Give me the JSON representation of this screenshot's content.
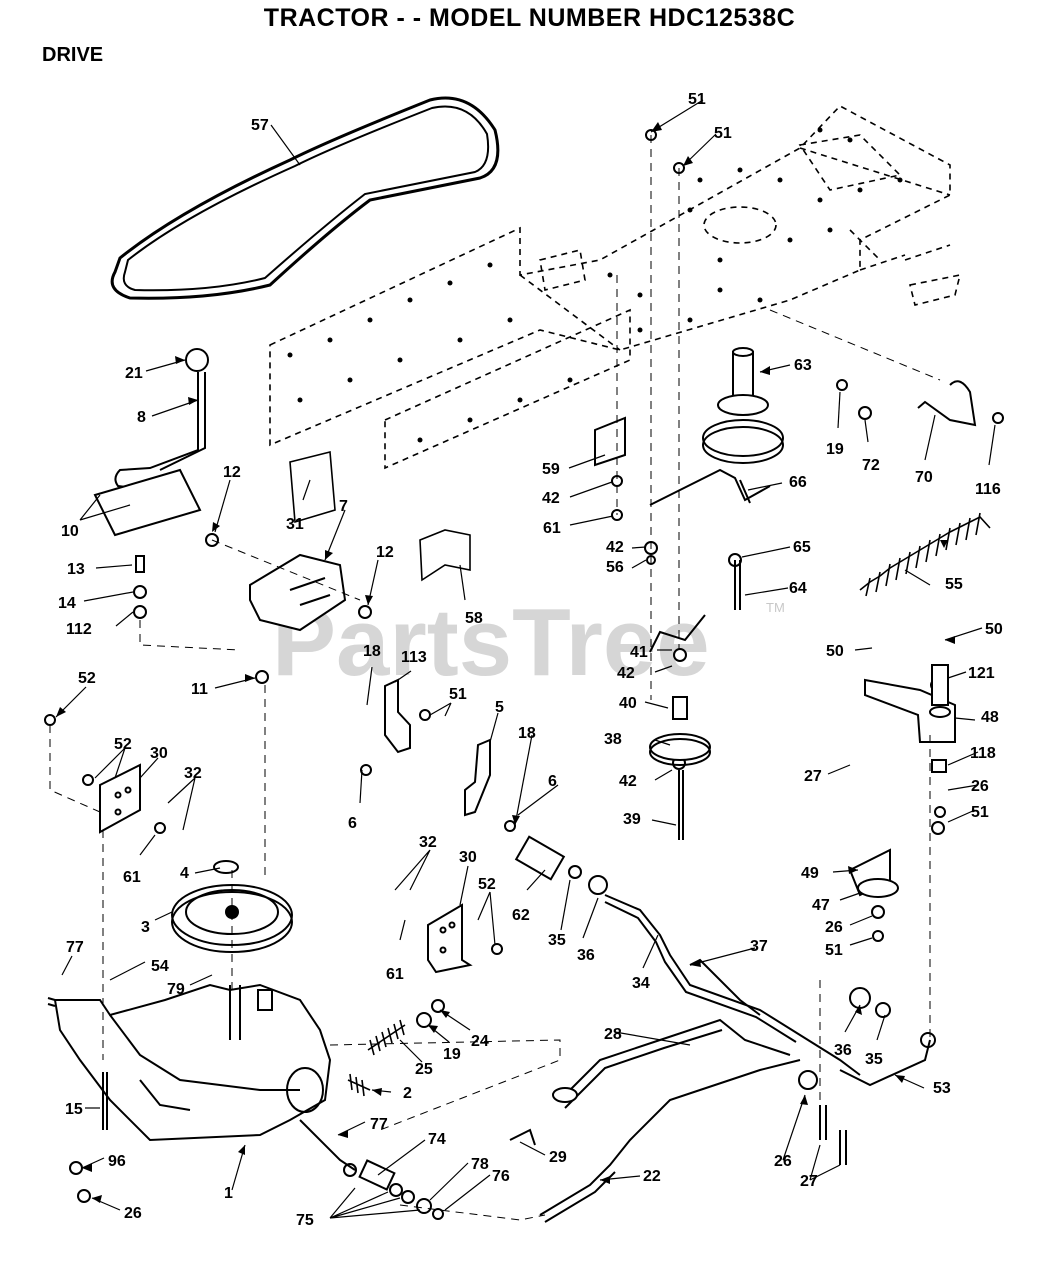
{
  "header": {
    "title": "TRACTOR - - MODEL NUMBER HDC12538C",
    "section": "DRIVE"
  },
  "watermark": {
    "text": "PartsTree",
    "tm": "TM"
  },
  "callouts": {
    "c57": "57",
    "c51a": "51",
    "c51b": "51",
    "c21": "21",
    "c8": "8",
    "c63": "63",
    "c19a": "19",
    "c72": "72",
    "c70": "70",
    "c116": "116",
    "c12a": "12",
    "c59": "59",
    "c42a": "42",
    "c66": "66",
    "c10": "10",
    "c31": "31",
    "c7": "7",
    "c61a": "61",
    "c42b": "42",
    "c56": "56",
    "c65": "65",
    "c13": "13",
    "c12b": "12",
    "c64": "64",
    "c55": "55",
    "c14": "14",
    "c58": "58",
    "c112": "112",
    "c41": "41",
    "c42c": "42",
    "c50a": "50",
    "c50b": "50",
    "c18a": "18",
    "c113": "113",
    "c121": "121",
    "c52a": "52",
    "c11": "11",
    "c51c": "51",
    "c5": "5",
    "c40": "40",
    "c48": "48",
    "c18b": "18",
    "c38": "38",
    "c118": "118",
    "c52b": "52",
    "c30a": "30",
    "c32a": "32",
    "c27a": "27",
    "c26a": "26",
    "c42d": "42",
    "c6a": "6",
    "c6b": "6",
    "c51d": "51",
    "c39": "39",
    "c4": "4",
    "c61b": "61",
    "c32b": "32",
    "c30b": "30",
    "c49": "49",
    "c52c": "52",
    "c47": "47",
    "c3": "3",
    "c62": "62",
    "c35a": "35",
    "c36a": "36",
    "c26b": "26",
    "c51e": "51",
    "c61c": "61",
    "c37": "37",
    "c77a": "77",
    "c54": "54",
    "c79": "79",
    "c34": "34",
    "c24": "24",
    "c28": "28",
    "c36b": "36",
    "c19b": "19",
    "c35b": "35",
    "c25": "25",
    "c53": "53",
    "c2": "2",
    "c15": "15",
    "c77b": "77",
    "c74": "74",
    "c29": "29",
    "c96": "96",
    "c78": "78",
    "c26c": "26",
    "c22": "22",
    "c76": "76",
    "c1": "1",
    "c27b": "27",
    "c26d": "26",
    "c75": "75"
  }
}
